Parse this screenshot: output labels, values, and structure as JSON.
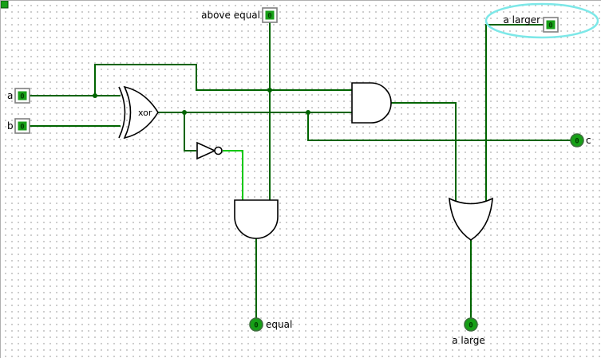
{
  "pins": {
    "a": {
      "label": "a",
      "value": "0",
      "kind": "input"
    },
    "b": {
      "label": "b",
      "value": "0",
      "kind": "input"
    },
    "above_equal": {
      "label": "above equal",
      "value": "0",
      "kind": "input"
    },
    "a_larger": {
      "label": "a larger",
      "value": "0",
      "kind": "input"
    },
    "equal": {
      "label": "equal",
      "value": "0",
      "kind": "output"
    },
    "a_large": {
      "label": "a large",
      "value": "0",
      "kind": "output"
    },
    "c": {
      "label": "c",
      "value": "0",
      "kind": "output"
    }
  },
  "gates": {
    "xor": {
      "type": "XOR",
      "label": "xor"
    },
    "not": {
      "type": "NOT"
    },
    "and_top": {
      "type": "AND"
    },
    "and_bottom": {
      "type": "AND"
    },
    "or": {
      "type": "OR"
    }
  },
  "colors": {
    "wire_value_0": "#006400",
    "wire_value_1": "#00c800",
    "pin_value_fill": "#17a017",
    "annotation_highlight": "#7de8e8",
    "grid_dot": "#c8c8c8"
  },
  "annotation": {
    "type": "ellipse-highlight",
    "around": "a larger"
  }
}
